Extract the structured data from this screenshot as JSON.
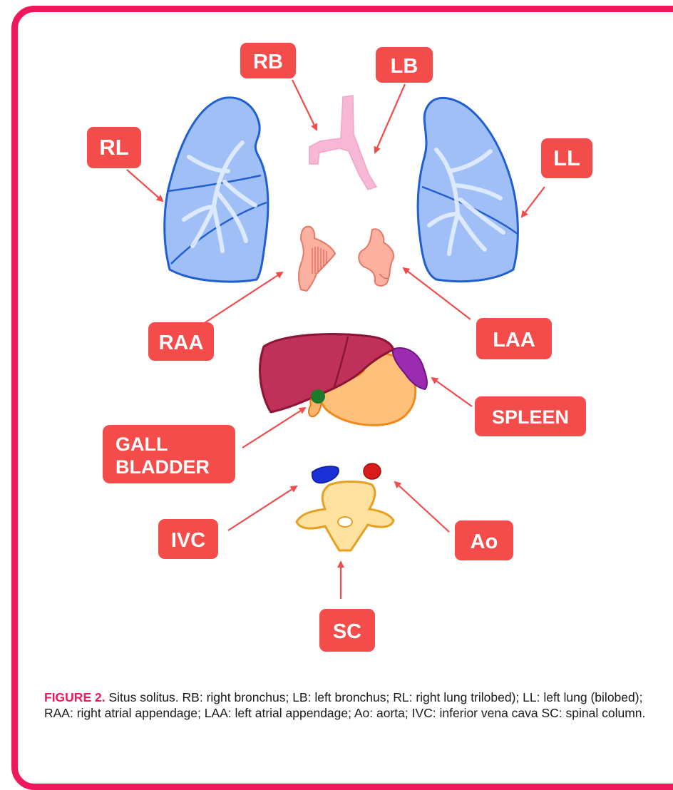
{
  "labels": {
    "rb": "RB",
    "lb": "LB",
    "rl": "RL",
    "ll": "LL",
    "raa": "RAA",
    "laa": "LAA",
    "spleen": "SPLEEN",
    "gall_bladder_line1": "GALL",
    "gall_bladder_line2": "BLADDER",
    "ivc": "IVC",
    "ao": "Ao",
    "sc": "SC"
  },
  "caption": {
    "figure": "FIGURE 2.",
    "text": " Situs solitus. RB: right bronchus; LB: left bronchus; RL: right lung trilobed); LL: left lung (bilobed); RAA: right atrial appendage; LAA: left atrial appendage; Ao: aorta; IVC: inferior vena cava  SC: spinal column."
  },
  "colors": {
    "frame": "#f0185c",
    "label_bg": "#f44b4b",
    "arrow": "#f04c4c",
    "lung_fill": "#8fb4f5",
    "lung_stroke": "#1f5fd0",
    "bronchus": "#f7b8d6",
    "appendage": "#fbb0a0",
    "liver": "#c0315a",
    "stomach": "#ffc07a",
    "spleen": "#9b2bb0",
    "gall_bladder": "#1d7a2a",
    "ivc": "#1b2fd6",
    "aorta": "#d81b1b",
    "vertebra": "#ffe1a0"
  }
}
